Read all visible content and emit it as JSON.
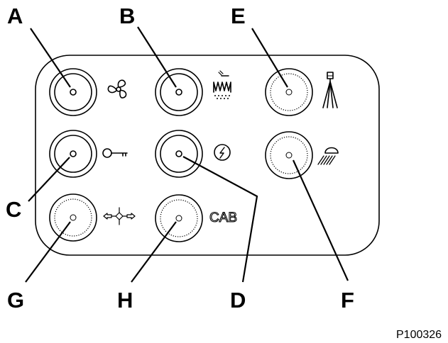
{
  "callouts": {
    "a": "A",
    "b": "B",
    "c": "C",
    "d": "D",
    "e": "E",
    "f": "F",
    "g": "G",
    "h": "H"
  },
  "indicators": [
    {
      "callout": "A",
      "icon": "fan-icon",
      "ring": "solid"
    },
    {
      "callout": "B",
      "icon": "heated-window-icon",
      "ring": "solid"
    },
    {
      "callout": "E",
      "icon": "washer-spray-icon",
      "ring": "dotted"
    },
    {
      "callout": "C",
      "icon": "key-icon",
      "ring": "solid"
    },
    {
      "callout": "D",
      "icon": "lightning-icon",
      "ring": "solid"
    },
    {
      "callout": "F",
      "icon": "work-light-icon",
      "ring": "dotted"
    },
    {
      "callout": "G",
      "icon": "direction-arrows-icon",
      "ring": "dotted"
    },
    {
      "callout": "H",
      "icon": "cab-label",
      "ring": "dotted"
    }
  ],
  "cab_label": "CAB",
  "figure_id": "P100326"
}
